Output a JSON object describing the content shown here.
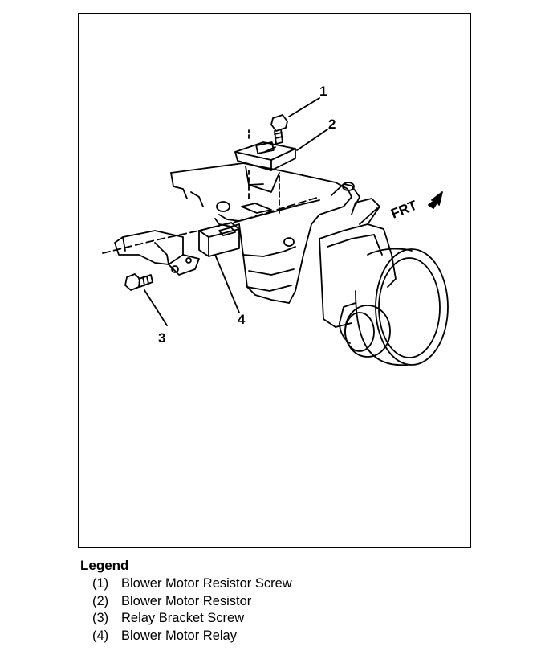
{
  "diagram": {
    "callouts": [
      {
        "number": "1",
        "target": "Blower Motor Resistor Screw"
      },
      {
        "number": "2",
        "target": "Blower Motor Resistor"
      },
      {
        "number": "3",
        "target": "Relay Bracket Screw"
      },
      {
        "number": "4",
        "target": "Blower Motor Relay"
      }
    ],
    "direction_label": "FRT"
  },
  "legend": {
    "title": "Legend",
    "items": [
      {
        "number": "(1)",
        "label": "Blower Motor Resistor Screw"
      },
      {
        "number": "(2)",
        "label": "Blower Motor Resistor"
      },
      {
        "number": "(3)",
        "label": "Relay Bracket Screw"
      },
      {
        "number": "(4)",
        "label": "Blower Motor Relay"
      }
    ]
  }
}
